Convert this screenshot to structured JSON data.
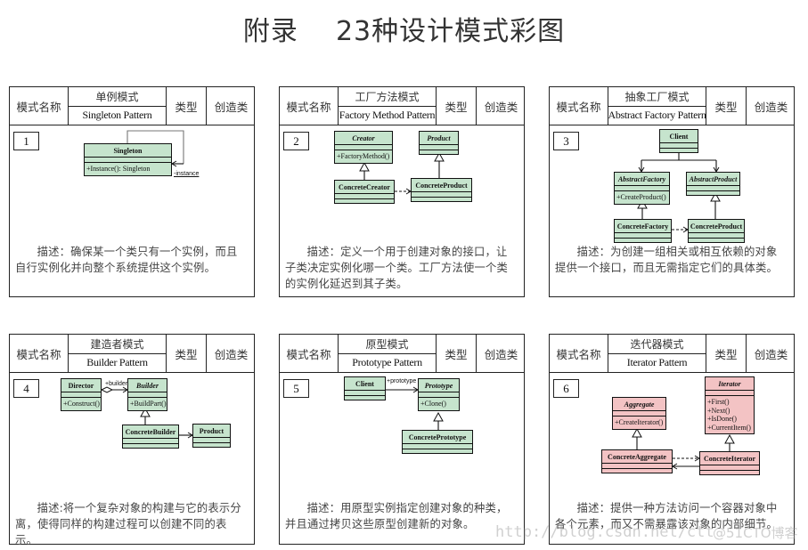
{
  "title": "附录    23种设计模式彩图",
  "colors": {
    "green": "#c6e4cd",
    "pink": "#f3c3c4",
    "border": "#222222"
  },
  "watermark": {
    "url": "http://blog.csdn.net/ctt",
    "brand": "@51CTO博客"
  },
  "panels": [
    {
      "label": "模式名称",
      "name_cn": "单例模式",
      "name_en": "Singleton Pattern",
      "type_label": "类型",
      "type_value": "创造类",
      "number": "1",
      "description": "描述：确保某一个类只有一个实例，而且自行实例化并向整个系统提供这个实例。",
      "classes": [
        {
          "name": "Singleton",
          "italic": false,
          "methods": [
            "+Instance(): Singleton"
          ]
        }
      ],
      "edge_labels": [
        "-instance"
      ]
    },
    {
      "label": "模式名称",
      "name_cn": "工厂方法模式",
      "name_en": "Factory Method Pattern",
      "type_label": "类型",
      "type_value": "创造类",
      "number": "2",
      "description": "描述：定义一个用于创建对象的接口，让子类决定实例化哪一个类。工厂方法使一个类的实例化延迟到其子类。",
      "classes": [
        {
          "name": "Creator",
          "italic": true,
          "methods": [
            "+FactoryMethod()"
          ]
        },
        {
          "name": "Product",
          "italic": true,
          "methods": []
        },
        {
          "name": "ConcreteCreator",
          "italic": false,
          "methods": []
        },
        {
          "name": "ConcreteProduct",
          "italic": false,
          "methods": []
        }
      ],
      "edge_labels": []
    },
    {
      "label": "模式名称",
      "name_cn": "抽象工厂模式",
      "name_en": "Abstract Factory Pattern",
      "type_label": "类型",
      "type_value": "创造类",
      "number": "3",
      "description": "描述：为创建一组相关或相互依赖的对象提供一个接口，而且无需指定它们的具体类。",
      "classes": [
        {
          "name": "Client",
          "italic": false,
          "methods": []
        },
        {
          "name": "AbstractFactory",
          "italic": true,
          "methods": [
            "+CreateProduct()"
          ]
        },
        {
          "name": "AbstractProduct",
          "italic": true,
          "methods": []
        },
        {
          "name": "ConcreteFactory",
          "italic": false,
          "methods": []
        },
        {
          "name": "ConcreteProduct",
          "italic": false,
          "methods": []
        }
      ],
      "edge_labels": []
    },
    {
      "label": "模式名称",
      "name_cn": "建造者模式",
      "name_en": "Builder Pattern",
      "type_label": "类型",
      "type_value": "创造类",
      "number": "4",
      "description": "描述:将一个复杂对象的构建与它的表示分离，使得同样的构建过程可以创建不同的表示。",
      "classes": [
        {
          "name": "Director",
          "italic": false,
          "methods": [
            "+Construct()"
          ]
        },
        {
          "name": "Builder",
          "italic": true,
          "methods": [
            "+BuildPart()"
          ]
        },
        {
          "name": "ConcreteBuilder",
          "italic": false,
          "methods": []
        },
        {
          "name": "Product",
          "italic": false,
          "methods": []
        }
      ],
      "edge_labels": [
        "+builder"
      ]
    },
    {
      "label": "模式名称",
      "name_cn": "原型模式",
      "name_en": "Prototype Pattern",
      "type_label": "类型",
      "type_value": "创造类",
      "number": "5",
      "description": "描述：用原型实例指定创建对象的种类，并且通过拷贝这些原型创建新的对象。",
      "classes": [
        {
          "name": "Client",
          "italic": false,
          "methods": []
        },
        {
          "name": "Prototype",
          "italic": true,
          "methods": [
            "+Clone()"
          ]
        },
        {
          "name": "ConcretePrototype",
          "italic": false,
          "methods": []
        }
      ],
      "edge_labels": [
        "+prototype"
      ]
    },
    {
      "label": "模式名称",
      "name_cn": "迭代器模式",
      "name_en": "Iterator Pattern",
      "type_label": "类型",
      "type_value": "创造类",
      "number": "6",
      "description": "描述：提供一种方法访问一个容器对象中各个元素，而又不需暴露该对象的内部细节。",
      "classes": [
        {
          "name": "Iterator",
          "italic": true,
          "methods": [
            "+First()",
            "+Next()",
            "+IsDone()",
            "+CurrentItem()"
          ]
        },
        {
          "name": "Aggregate",
          "italic": true,
          "methods": [
            "+CreateIterator()"
          ]
        },
        {
          "name": "ConcreteAggregate",
          "italic": false,
          "methods": []
        },
        {
          "name": "ConcreteIterator",
          "italic": false,
          "methods": []
        }
      ],
      "edge_labels": []
    }
  ]
}
